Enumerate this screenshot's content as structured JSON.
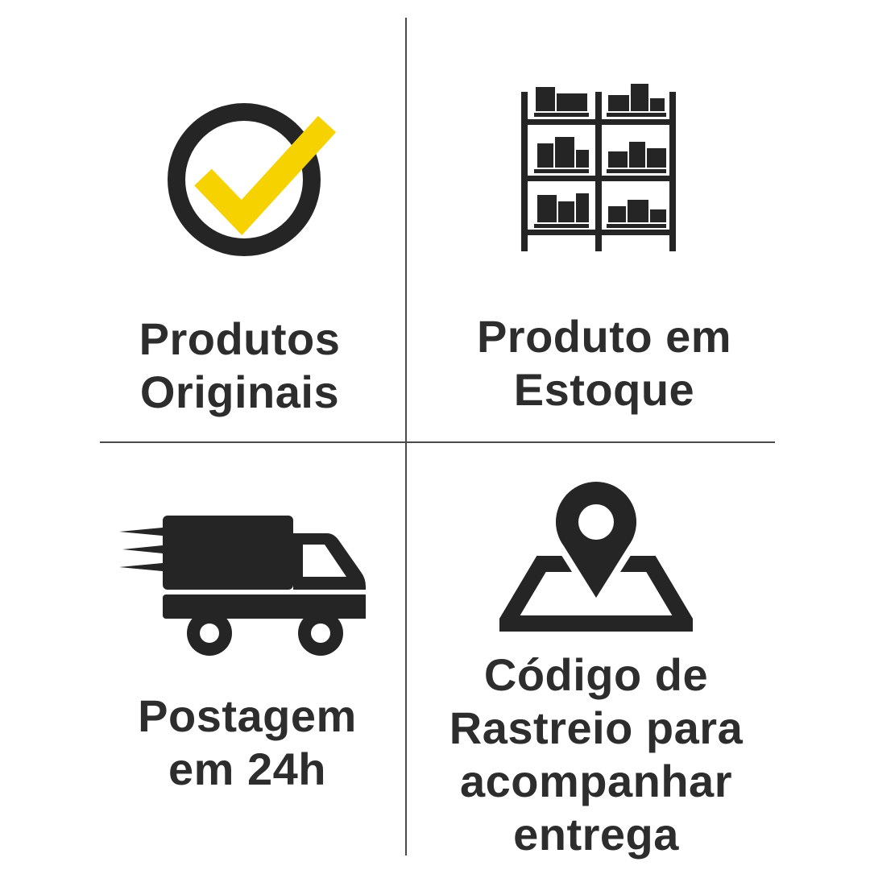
{
  "colors": {
    "text": "#2d2d2d",
    "icon_dark": "#252525",
    "accent": "#f5d200",
    "divider": "#4a4a4a",
    "background": "#ffffff"
  },
  "features": [
    {
      "icon": "check-circle-icon",
      "lines": [
        "Produtos",
        "Originais"
      ]
    },
    {
      "icon": "warehouse-shelves-icon",
      "lines": [
        "Produto em",
        "Estoque"
      ]
    },
    {
      "icon": "delivery-truck-icon",
      "lines": [
        "Postagem",
        "em 24h"
      ]
    },
    {
      "icon": "map-pin-icon",
      "lines": [
        "Código de",
        "Rastreio para",
        "acompanhar",
        "entrega"
      ]
    }
  ]
}
